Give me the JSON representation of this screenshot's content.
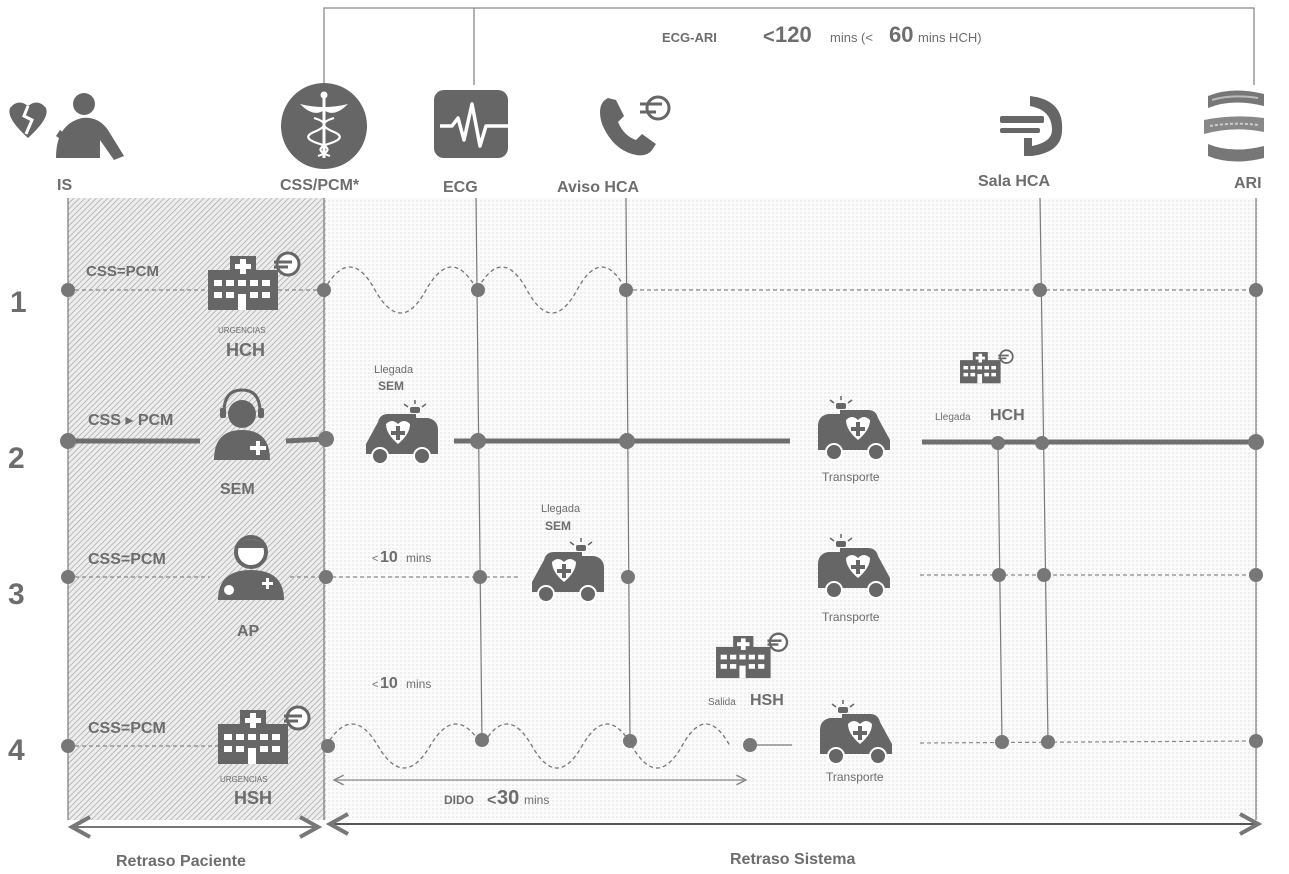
{
  "header": {
    "ecg_ari_label": "ECG-ARI",
    "lt1": "<",
    "target_value": "120",
    "mins1": "mins (<",
    "target_hch_value": "60",
    "mins2": "mins HCH)"
  },
  "columns": [
    {
      "key": "is",
      "label": "IS",
      "icon": "heart-attack-icon"
    },
    {
      "key": "css",
      "label": "CSS/PCM*",
      "icon": "caduceus-icon"
    },
    {
      "key": "ecg",
      "label": "ECG",
      "icon": "ecg-icon"
    },
    {
      "key": "aviso",
      "label": "Aviso  HCA",
      "icon": "phone-alert-icon"
    },
    {
      "key": "sala",
      "label": "Sala HCA",
      "icon": "cath-lab-icon"
    },
    {
      "key": "ari",
      "label": "ARI",
      "icon": "artery-icon"
    }
  ],
  "rows": [
    {
      "num": "1",
      "left": "CSS=PCM",
      "actor_small": "URGENCIAS",
      "actor": "HCH"
    },
    {
      "num": "2",
      "left": "CSS ▸ PCM",
      "actor": "SEM"
    },
    {
      "num": "3",
      "left": "CSS=PCM",
      "actor": "AP"
    },
    {
      "num": "4",
      "left": "CSS=PCM",
      "actor_small": "URGENCIAS",
      "actor": "HSH"
    }
  ],
  "annotations": {
    "llegada": "Llegada",
    "sem": "SEM",
    "llegada_hch_small": "Llegada",
    "llegada_hch": "HCH",
    "transporte": "Transporte",
    "lt10": "<",
    "ten": "10",
    "mins": "mins",
    "salida_small": "Salida",
    "salida_hsh": "HSH",
    "dido_label": "DIDO",
    "lt30": "<",
    "thirty": "30",
    "dido_mins": "mins"
  },
  "footer": {
    "patient_delay": "Retraso Paciente",
    "system_delay": "Retraso Sistema"
  },
  "colors": {
    "line": "#6e6e6e",
    "node": "#777777",
    "icon": "#666666",
    "patient_zone": "#e4e4e4",
    "system_zone": "#f3f3f3"
  }
}
